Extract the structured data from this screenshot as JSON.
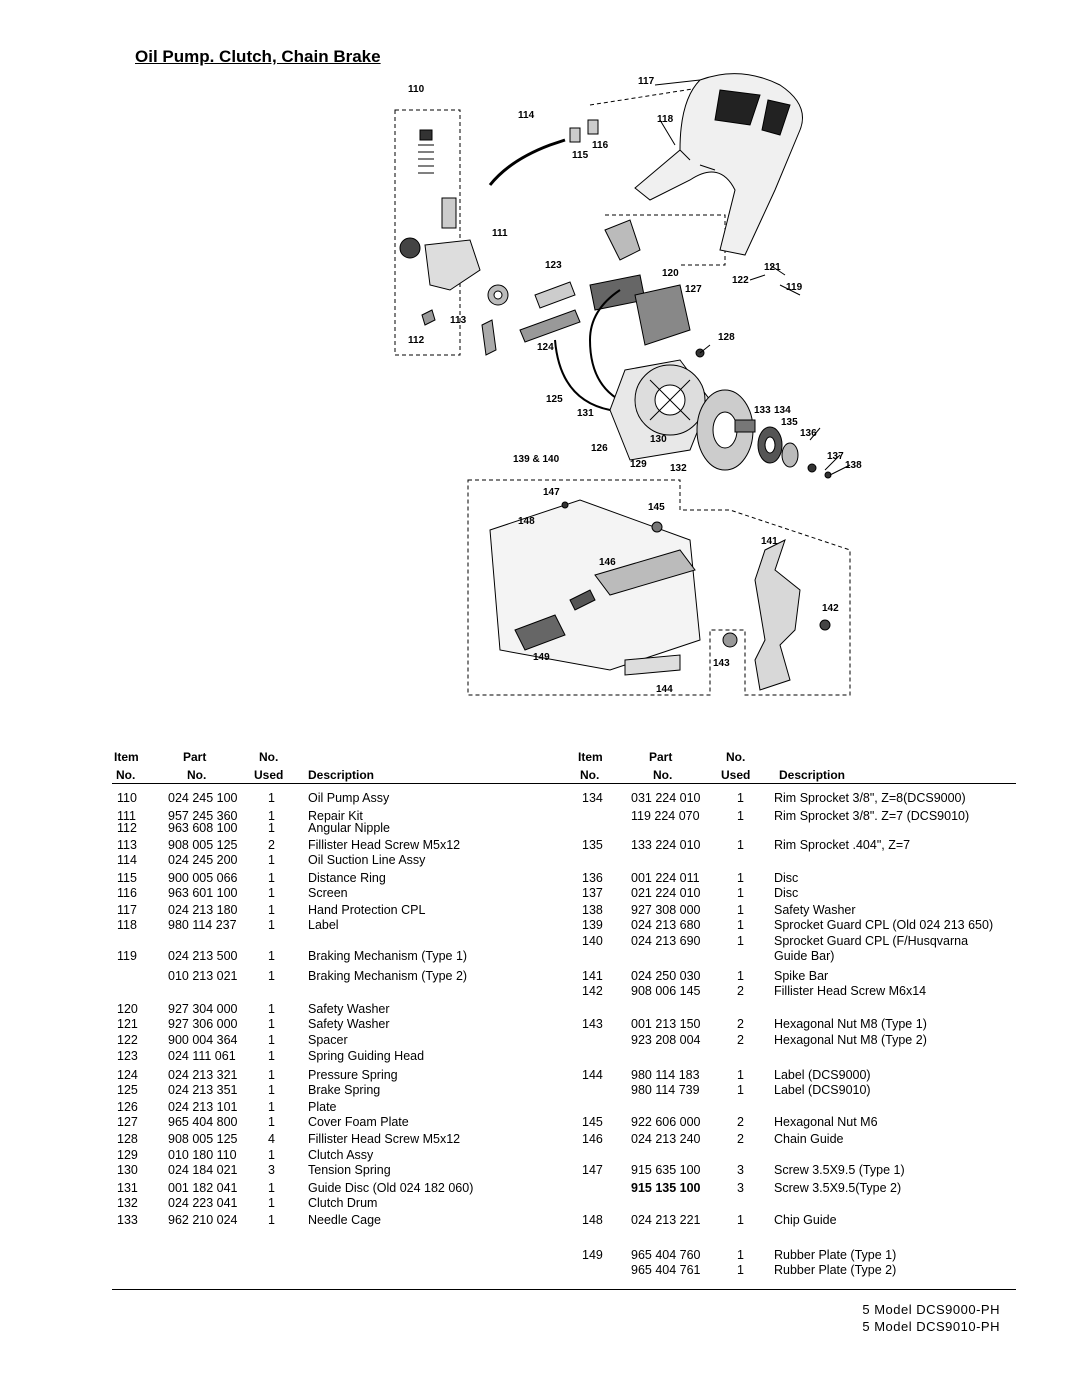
{
  "title": "Oil Pump. Clutch, Chain Brake",
  "callouts": [
    "110",
    "114",
    "116",
    "115",
    "117",
    "118",
    "111",
    "123",
    "120",
    "121",
    "122",
    "127",
    "119",
    "113",
    "112",
    "124",
    "128",
    "125",
    "131",
    "133",
    "134",
    "135",
    "136",
    "130",
    "126",
    "139 & 140",
    "129",
    "132",
    "137",
    "138",
    "147",
    "145",
    "148",
    "141",
    "146",
    "142",
    "149",
    "143",
    "144"
  ],
  "table": {
    "headers": {
      "item": "Item",
      "item_no": "No.",
      "part": "Part",
      "part_no": "No.",
      "used_no": "No.",
      "used": "Used",
      "description": "Description",
      "item_r": "Item",
      "item_no_r": "No.",
      "part_r": "Part",
      "part_no_r": "No.",
      "used_no_r": "No.",
      "used_r": "Used",
      "description_r": "Description"
    },
    "left_rows": [
      {
        "item": "110",
        "part": "024 245 100",
        "used": "1",
        "desc": "Oil Pump Assy"
      },
      {
        "item": "111",
        "part": "957 245 360",
        "used": "1",
        "desc": "Repair Kit"
      },
      {
        "item": "112",
        "part": "963 608 100",
        "used": "1",
        "desc": "Angular Nipple"
      },
      {
        "item": "113",
        "part": "908 005 125",
        "used": "2",
        "desc": "Fillister Head Screw M5x12"
      },
      {
        "item": "114",
        "part": "024 245 200",
        "used": "1",
        "desc": "Oil Suction Line Assy"
      },
      {
        "item": "115",
        "part": "900 005 066",
        "used": "1",
        "desc": "Distance Ring"
      },
      {
        "item": "116",
        "part": "963 601 100",
        "used": "1",
        "desc": "Screen"
      },
      {
        "item": "117",
        "part": "024 213 180",
        "used": "1",
        "desc": "Hand Protection CPL"
      },
      {
        "item": "118",
        "part": "980 114 237",
        "used": "1",
        "desc": "Label"
      },
      {
        "item": "119",
        "part": "024 213 500",
        "used": "1",
        "desc": "Braking Mechanism (Type 1)"
      },
      {
        "item": "",
        "part": "010 213 021",
        "used": "1",
        "desc": "Braking Mechanism (Type 2)"
      },
      {
        "item": "120",
        "part": "927 304 000",
        "used": "1",
        "desc": "Safety Washer"
      },
      {
        "item": "121",
        "part": "927 306 000",
        "used": "1",
        "desc": "Safety Washer"
      },
      {
        "item": "122",
        "part": "900 004 364",
        "used": "1",
        "desc": "Spacer"
      },
      {
        "item": "123",
        "part": "024 111 061",
        "used": "1",
        "desc": "Spring Guiding Head"
      },
      {
        "item": "124",
        "part": "024 213 321",
        "used": "1",
        "desc": "Pressure Spring"
      },
      {
        "item": "125",
        "part": "024 213 351",
        "used": "1",
        "desc": "Brake Spring"
      },
      {
        "item": "126",
        "part": "024 213 101",
        "used": "1",
        "desc": "Plate"
      },
      {
        "item": "127",
        "part": "965 404 800",
        "used": "1",
        "desc": "Cover Foam Plate"
      },
      {
        "item": "128",
        "part": "908 005 125",
        "used": "4",
        "desc": "Fillister Head Screw M5x12"
      },
      {
        "item": "129",
        "part": "010 180 110",
        "used": "1",
        "desc": "Clutch Assy"
      },
      {
        "item": "130",
        "part": "024 184 021",
        "used": "3",
        "desc": "Tension Spring"
      },
      {
        "item": "131",
        "part": "001 182 041",
        "used": "1",
        "desc": "Guide Disc (Old 024 182 060)"
      },
      {
        "item": "132",
        "part": "024 223 041",
        "used": "1",
        "desc": "Clutch Drum"
      },
      {
        "item": "133",
        "part": "962 210 024",
        "used": "1",
        "desc": "Needle Cage"
      }
    ],
    "right_rows": [
      {
        "item": "134",
        "part": "031 224 010",
        "used": "1",
        "desc": "Rim Sprocket 3/8\", Z=8(DCS9000)"
      },
      {
        "item": "",
        "part": "119 224 070",
        "used": "1",
        "desc": "Rim Sprocket 3/8\". Z=7 (DCS9010)"
      },
      {
        "item": "135",
        "part": "133 224 010",
        "used": "1",
        "desc": "Rim Sprocket .404\", Z=7"
      },
      {
        "item": "136",
        "part": "001 224 011",
        "used": "1",
        "desc": "Disc"
      },
      {
        "item": "137",
        "part": "021 224 010",
        "used": "1",
        "desc": "Disc"
      },
      {
        "item": "138",
        "part": "927 308 000",
        "used": "1",
        "desc": "Safety Washer"
      },
      {
        "item": "139",
        "part": "024 213 680",
        "used": "1",
        "desc": "Sprocket Guard CPL (Old 024 213 650)"
      },
      {
        "item": "140",
        "part": "024 213 690",
        "used": "1",
        "desc": "Sprocket Guard CPL (F/Husqvarna"
      },
      {
        "item": "",
        "part": "",
        "used": "",
        "desc": "Guide Bar)"
      },
      {
        "item": "141",
        "part": "024 250 030",
        "used": "1",
        "desc": "Spike Bar"
      },
      {
        "item": "142",
        "part": "908 006 145",
        "used": "2",
        "desc": "Fillister Head Screw M6x14"
      },
      {
        "item": "143",
        "part": "001 213 150",
        "used": "2",
        "desc": "Hexagonal Nut M8 (Type 1)"
      },
      {
        "item": "",
        "part": "923 208 004",
        "used": "2",
        "desc": "Hexagonal Nut M8 (Type 2)"
      },
      {
        "item": "144",
        "part": "980 114 183",
        "used": "1",
        "desc": "Label (DCS9000)"
      },
      {
        "item": "",
        "part": "980 114 739",
        "used": "1",
        "desc": "Label (DCS9010)"
      },
      {
        "item": "145",
        "part": "922 606 000",
        "used": "2",
        "desc": "Hexagonal Nut M6"
      },
      {
        "item": "146",
        "part": "024 213 240",
        "used": "2",
        "desc": "Chain Guide"
      },
      {
        "item": "147",
        "part": "915 635 100",
        "used": "3",
        "desc": "Screw 3.5X9.5 (Type 1)"
      },
      {
        "item": "",
        "part": "915 135 100",
        "used": "3",
        "desc": "Screw 3.5X9.5(Type 2)"
      },
      {
        "item": "148",
        "part": "024 213 221",
        "used": "1",
        "desc": "Chip Guide"
      },
      {
        "item": "149",
        "part": "965 404 760",
        "used": "1",
        "desc": "Rubber Plate (Type 1)"
      },
      {
        "item": "",
        "part": "965 404 761",
        "used": "1",
        "desc": "Rubber Plate (Type 2)"
      }
    ]
  },
  "footer": {
    "line1": "5 Model DCS9000-PH",
    "line2": "5 Model DCS9010-PH"
  }
}
